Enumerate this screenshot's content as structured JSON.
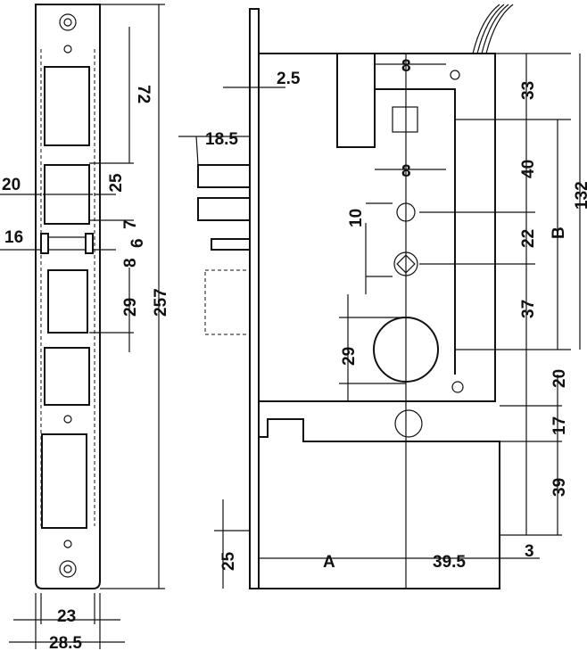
{
  "title": "Mortise lock dimension drawing",
  "front_view": {
    "d72": "72",
    "d20": "20",
    "d25": "25",
    "d16": "16",
    "d7": "7",
    "d6": "6",
    "d8": "8",
    "d29": "29",
    "d257": "257",
    "d23": "23",
    "d28_5": "28.5"
  },
  "side_view": {
    "d2_5": "2.5",
    "d18_5": "18.5",
    "d8a": "8",
    "d8b": "8",
    "d10": "10",
    "d29": "29",
    "dA": "A",
    "d39_5": "39.5",
    "d25": "25",
    "d3": "3",
    "d33": "33",
    "d40": "40",
    "d22": "22",
    "d37": "37",
    "d20": "20",
    "d17": "17",
    "d39": "39",
    "d132": "132",
    "dB": "B"
  }
}
